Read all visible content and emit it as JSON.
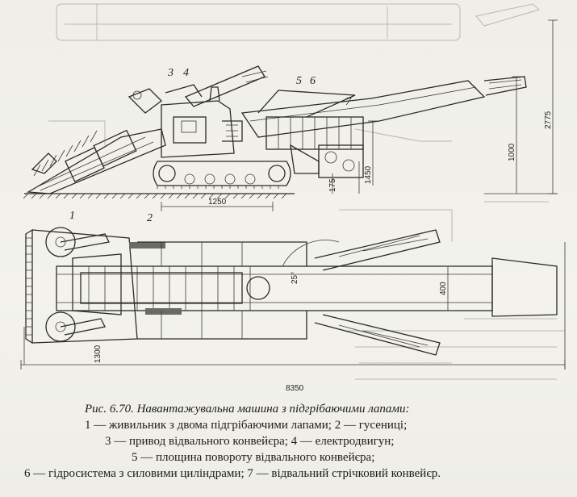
{
  "labels": {
    "p1": "1",
    "p2": "2",
    "p3": "3",
    "p4": "4",
    "p5": "5",
    "p6": "6",
    "p7": "7"
  },
  "dimensions": {
    "d1250": "1250",
    "d175": "175",
    "d1450": "1450",
    "d1000": "1000",
    "d2775": "2775",
    "d400": "400",
    "d25": "25°",
    "d1300": "1300",
    "d8350": "8350"
  },
  "caption": {
    "title": "Рис. 6.70. Навантажувальна машина з підгрібаючими лапами:",
    "line1": "1 — живильник з двома підгрібаючими лапами; 2 — гусениці;",
    "line2": "3 — привод відвального конвейєра; 4 — електродвигун;",
    "line3": "5 — площина повороту відвального конвейєра;",
    "line4": "6 — гідросистема з силовими циліндрами; 7 — відвальний стрічковий конвейєр."
  }
}
